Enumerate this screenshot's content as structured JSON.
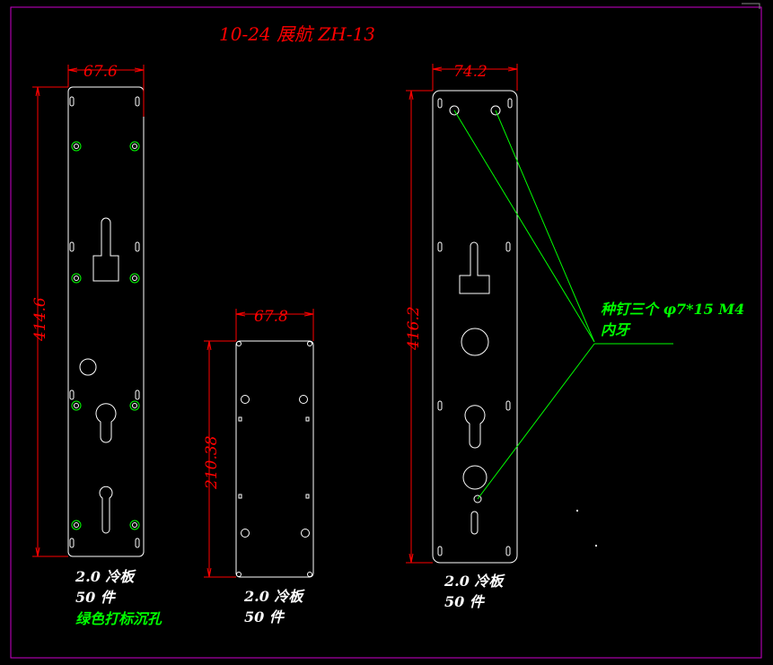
{
  "title": "10-24 展航 ZH-13",
  "colors": {
    "background": "#000000",
    "outline": "#ffffff",
    "dimension": "#ff0000",
    "note": "#00ff00",
    "frame": "#cc00cc"
  },
  "plates": [
    {
      "width_dim": "67.6",
      "height_dim": "414.6",
      "notes": [
        "2.0 冷板",
        "50 件"
      ],
      "green_note": "绿色打标沉孔"
    },
    {
      "width_dim": "67.8",
      "height_dim": "210.38",
      "notes": [
        "2.0 冷板",
        "50 件"
      ]
    },
    {
      "width_dim": "74.2",
      "height_dim": "416.2",
      "notes": [
        "2.0 冷板",
        "50 件"
      ]
    }
  ],
  "leader_note": {
    "line1": "种钉三个 φ7*15 M4",
    "line2": "内牙"
  }
}
